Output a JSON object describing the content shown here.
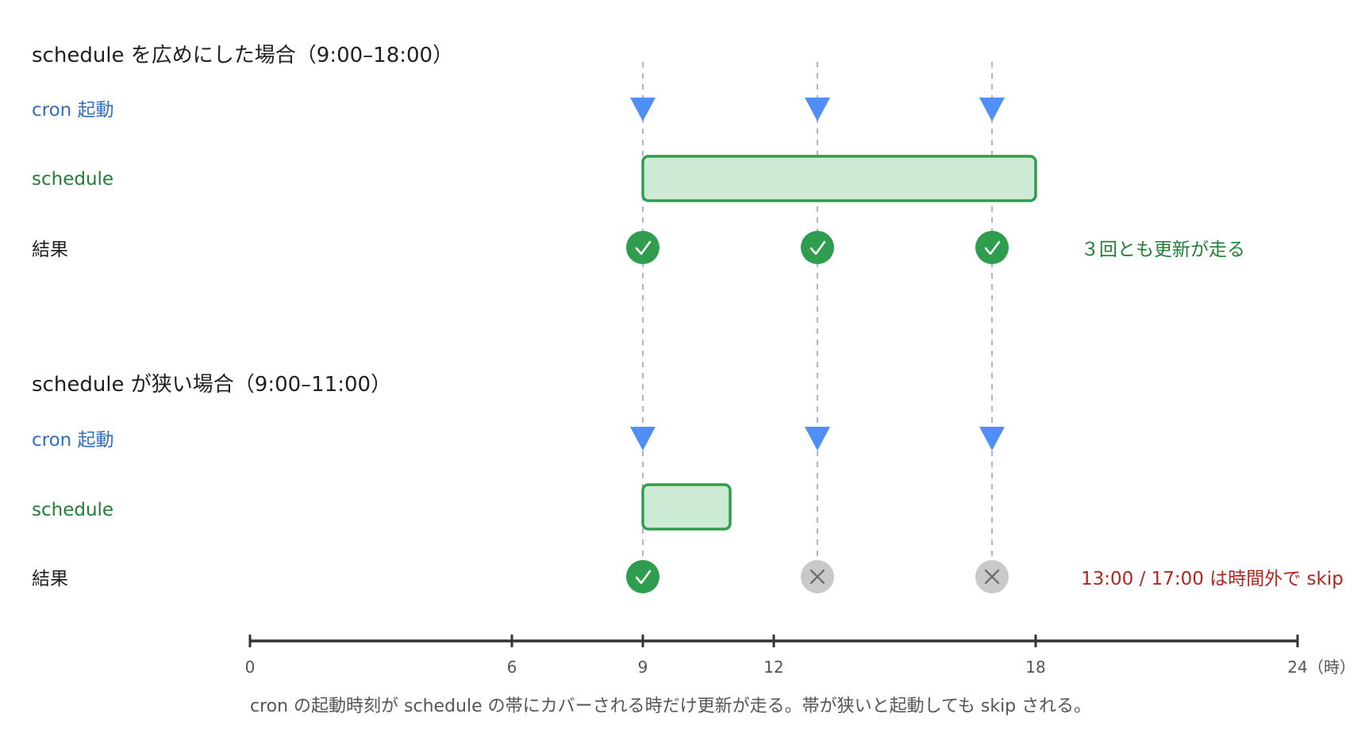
{
  "colors": {
    "cron": "#4f8ff7",
    "schedule_fill": "#cdebd4",
    "schedule_stroke": "#2e9e4e",
    "ok": "#2e9e4e",
    "skip": "#c9c9c9",
    "ok_text": "#1e7e34",
    "skip_text": "#b3261e",
    "cron_label": "#2f6fbf"
  },
  "icons": {
    "cron": "down-triangle",
    "ok": "check-circle",
    "skip": "x-circle"
  },
  "axis": {
    "min": 0,
    "max": 24,
    "ticks": [
      "0",
      "6",
      "9",
      "12",
      "18",
      "24"
    ],
    "unit": "（時）"
  },
  "cron_times": [
    9,
    13,
    17
  ],
  "sections": [
    {
      "title": "schedule を広めにした場合（9:00–18:00）",
      "labels": {
        "cron": "cron 起動",
        "schedule": "schedule",
        "result": "結果"
      },
      "schedule": {
        "start": 9,
        "end": 18
      },
      "results": [
        "ok",
        "ok",
        "ok"
      ],
      "note": "３回とも更新が走る",
      "note_status": "ok"
    },
    {
      "title": "schedule が狭い場合（9:00–11:00）",
      "labels": {
        "cron": "cron 起動",
        "schedule": "schedule",
        "result": "結果"
      },
      "schedule": {
        "start": 9,
        "end": 11
      },
      "results": [
        "ok",
        "skip",
        "skip"
      ],
      "note": "13:00 / 17:00 は時間外で skip",
      "note_status": "skip"
    }
  ],
  "caption": "cron の起動時刻が schedule の帯にカバーされる時だけ更新が走る。帯が狭いと起動しても skip される。"
}
